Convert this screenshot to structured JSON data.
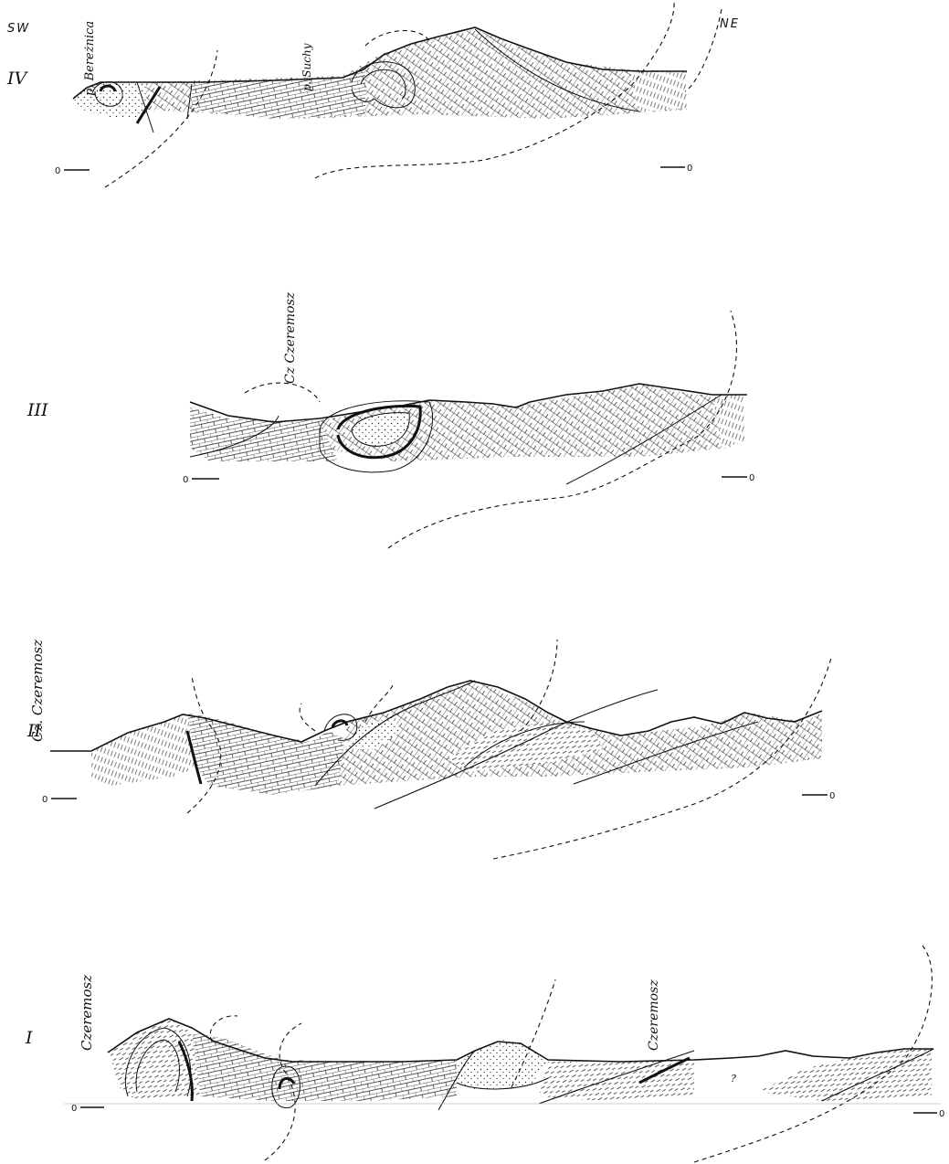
{
  "orientation": {
    "left": "SW",
    "right": "NE"
  },
  "sections": [
    {
      "numeral": "IV",
      "labels": [
        "p. Bereżnica",
        "p. Suchy"
      ],
      "scale_left": "0",
      "scale_right": "0"
    },
    {
      "numeral": "III",
      "labels": [
        "Cz Czeremosz"
      ],
      "scale_left": "0",
      "scale_right": "0"
    },
    {
      "numeral": "II",
      "labels": [
        "Cz. Czeremosz"
      ],
      "scale_left": "0",
      "scale_right": "0"
    },
    {
      "numeral": "I",
      "labels": [
        "Czeremosz",
        "Czeremosz",
        "?"
      ],
      "scale_left": "0",
      "scale_right": "0"
    }
  ],
  "patterns": [
    "limestone-brick",
    "dolomite-hatch",
    "sandstone-stipple",
    "shale-dash"
  ]
}
